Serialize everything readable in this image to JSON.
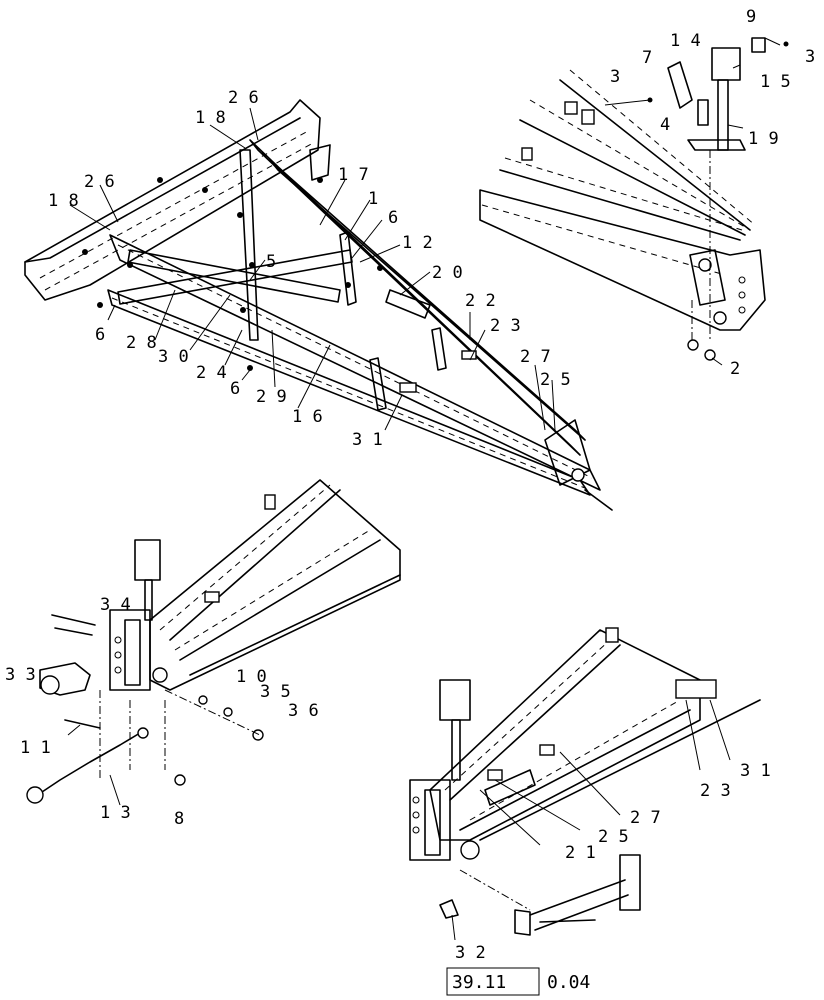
{
  "reference": {
    "boxed": "39.11",
    "rest": "0.04"
  },
  "callouts": {
    "main": [
      {
        "id": "c26a",
        "text": "2 6"
      },
      {
        "id": "c18a",
        "text": "1 8"
      },
      {
        "id": "c26b",
        "text": "2 6"
      },
      {
        "id": "c18b",
        "text": "1 8"
      },
      {
        "id": "c17",
        "text": "1 7"
      },
      {
        "id": "c1",
        "text": "1"
      },
      {
        "id": "c6a",
        "text": "6"
      },
      {
        "id": "c12",
        "text": "1 2"
      },
      {
        "id": "c5",
        "text": "5"
      },
      {
        "id": "c20",
        "text": "2 0"
      },
      {
        "id": "c22",
        "text": "2 2"
      },
      {
        "id": "c23",
        "text": "2 3"
      },
      {
        "id": "c6b",
        "text": "6"
      },
      {
        "id": "c28",
        "text": "2 8"
      },
      {
        "id": "c30",
        "text": "3 0"
      },
      {
        "id": "c24",
        "text": "2 4"
      },
      {
        "id": "c6c",
        "text": "6"
      },
      {
        "id": "c29",
        "text": "2 9"
      },
      {
        "id": "c16",
        "text": "1 6"
      },
      {
        "id": "c31",
        "text": "3 1"
      },
      {
        "id": "c27",
        "text": "2 7"
      },
      {
        "id": "c25",
        "text": "2 5"
      }
    ],
    "top_right": [
      {
        "id": "t9",
        "text": "9"
      },
      {
        "id": "t3a",
        "text": "3"
      },
      {
        "id": "t14",
        "text": "1 4"
      },
      {
        "id": "t7",
        "text": "7"
      },
      {
        "id": "t15",
        "text": "1 5"
      },
      {
        "id": "t3b",
        "text": "3"
      },
      {
        "id": "t4",
        "text": "4"
      },
      {
        "id": "t19",
        "text": "1 9"
      },
      {
        "id": "t2",
        "text": "2"
      }
    ],
    "bottom_left": [
      {
        "id": "b34",
        "text": "3 4"
      },
      {
        "id": "b33",
        "text": "3 3"
      },
      {
        "id": "b10",
        "text": "1 0"
      },
      {
        "id": "b35",
        "text": "3 5"
      },
      {
        "id": "b36",
        "text": "3 6"
      },
      {
        "id": "b11",
        "text": "1 1"
      },
      {
        "id": "b13",
        "text": "1 3"
      },
      {
        "id": "b8",
        "text": "8"
      }
    ],
    "bottom_right": [
      {
        "id": "r31",
        "text": "3 1"
      },
      {
        "id": "r23",
        "text": "2 3"
      },
      {
        "id": "r27",
        "text": "2 7"
      },
      {
        "id": "r25",
        "text": "2 5"
      },
      {
        "id": "r21",
        "text": "2 1"
      },
      {
        "id": "r32",
        "text": "3 2"
      }
    ]
  }
}
